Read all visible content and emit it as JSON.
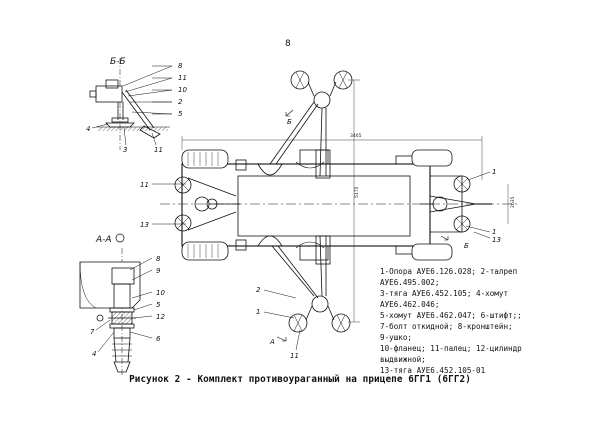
{
  "page_number": "8",
  "section_views": {
    "bb_title": "Б-Б",
    "aa_title": "А-А"
  },
  "cut_marks": {
    "b": "Б",
    "a": "А"
  },
  "callouts": {
    "bb": [
      "8",
      "11",
      "10",
      "2",
      "5",
      "4",
      "3",
      "11"
    ],
    "aa": [
      "8",
      "9",
      "10",
      "5",
      "12",
      "7",
      "4",
      "6"
    ],
    "main": [
      "1",
      "11",
      "13",
      "1",
      "13",
      "2",
      "1",
      "11"
    ]
  },
  "dimensions": {
    "top_width": "3465",
    "overall_length": "5170",
    "rear_height": "2635"
  },
  "legend": [
    "1-Опора АУЕ6.126.028; 2-талреп",
    "АУЕ6.495.002;",
    "3-тяга АУЕ6.452.105; 4-хомут",
    "АУЕ6.462.046;",
    "5-хомут АУЕ6.462.047; 6-штифт;;",
    "7-болт откидной; 8-кронштейн;",
    "9-ушко;",
    "10-фланец; 11-палец; 12-цилиндр",
    "выдвижной;",
    "13-тяга АУЕ6.452.105-01"
  ],
  "caption": "Рисунок 2 - Комплект противоураганный на прицепе 6ГГ1 (6ГГ2)",
  "colors": {
    "line": "#111111",
    "paper": "#ffffff"
  }
}
